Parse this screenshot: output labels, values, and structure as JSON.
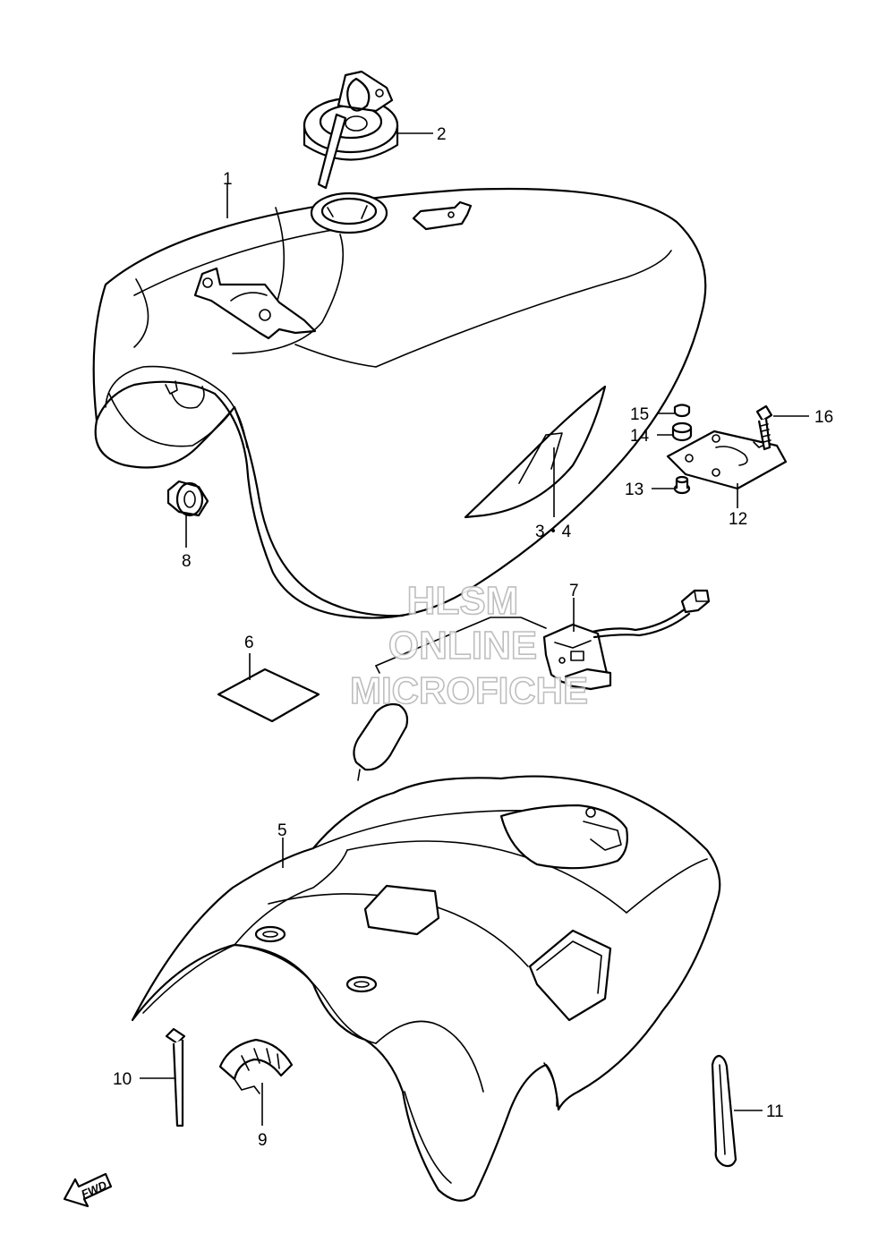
{
  "callouts": {
    "c1": "1",
    "c2": "2",
    "c34": "3・4",
    "c5": "5",
    "c6": "6",
    "c7": "7",
    "c8": "8",
    "c9": "9",
    "c10": "10",
    "c11": "11",
    "c12": "12",
    "c13": "13",
    "c14": "14",
    "c15": "15",
    "c16": "16"
  },
  "watermark": {
    "line1": "HLSM",
    "line2": "ONLINE",
    "line3": "MICROFICHE"
  },
  "fwd_label": "FWD",
  "colors": {
    "line": "#000000",
    "background": "#ffffff",
    "watermark": "#b8b8b8"
  }
}
